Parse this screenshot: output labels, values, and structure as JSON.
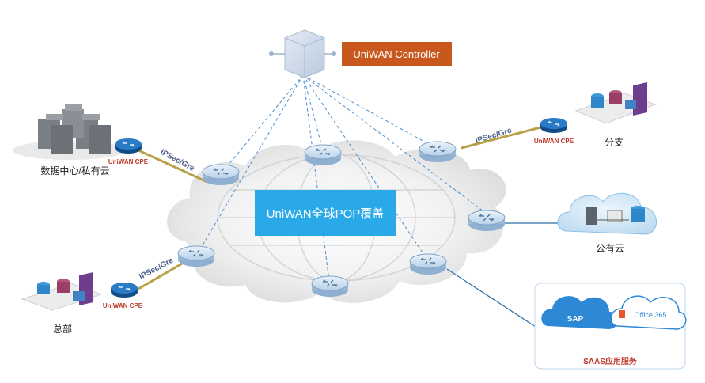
{
  "controller_label": "UniWAN Controller",
  "pop_label": "UniWAN全球POP覆盖",
  "sites": {
    "datacenter": "数据中心/私有云",
    "branch": "分支",
    "public_cloud": "公有云",
    "hq": "总部",
    "saas": "SAAS应用服务"
  },
  "cpe": {
    "datacenter": "UniWAN CPE",
    "branch": "UniWAN CPE",
    "hq": "UniWAN CPE"
  },
  "tunnels": {
    "datacenter": "IPSec/Gre",
    "branch": "IPSec/Gre",
    "hq": "IPSec/Gre"
  },
  "saas_apps": {
    "sap": "SAP",
    "office": "Office 365"
  },
  "colors": {
    "controller_bg": "#c8581e",
    "pop_bg": "#29a9e8",
    "cloud_fill": "#e6e6e6",
    "dashed_link": "#4a8fd1",
    "tunnel_link": "#b8a046",
    "cpe_blue": "#1f6db5",
    "router_fill": "#d6e6f5"
  }
}
